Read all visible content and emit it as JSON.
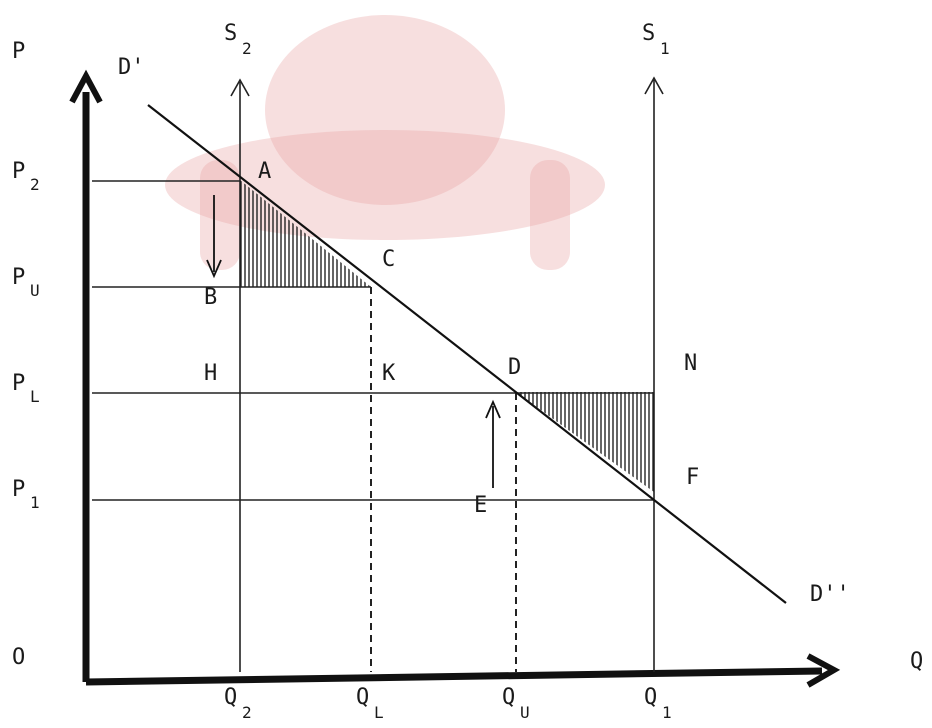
{
  "axes": {
    "y_label": "P",
    "x_label": "Q",
    "origin_label": "O"
  },
  "price_labels": [
    {
      "main": "P",
      "sub": "2"
    },
    {
      "main": "P",
      "sub": "U"
    },
    {
      "main": "P",
      "sub": "L"
    },
    {
      "main": "P",
      "sub": "1"
    }
  ],
  "quantity_labels": [
    {
      "main": "Q",
      "sub": "2"
    },
    {
      "main": "Q",
      "sub": "L"
    },
    {
      "main": "Q",
      "sub": "U"
    },
    {
      "main": "Q",
      "sub": "1"
    }
  ],
  "supply_labels": [
    {
      "main": "S",
      "sub": "2"
    },
    {
      "main": "S",
      "sub": "1"
    }
  ],
  "demand_labels": {
    "upper": "D'",
    "lower": "D''"
  },
  "points": {
    "A": "A",
    "B": "B",
    "C": "C",
    "D": "D",
    "E": "E",
    "F": "F",
    "H": "H",
    "K": "K",
    "N": "N"
  },
  "colors": {
    "ink": "#111111",
    "watermark": "#e9a3a3"
  }
}
